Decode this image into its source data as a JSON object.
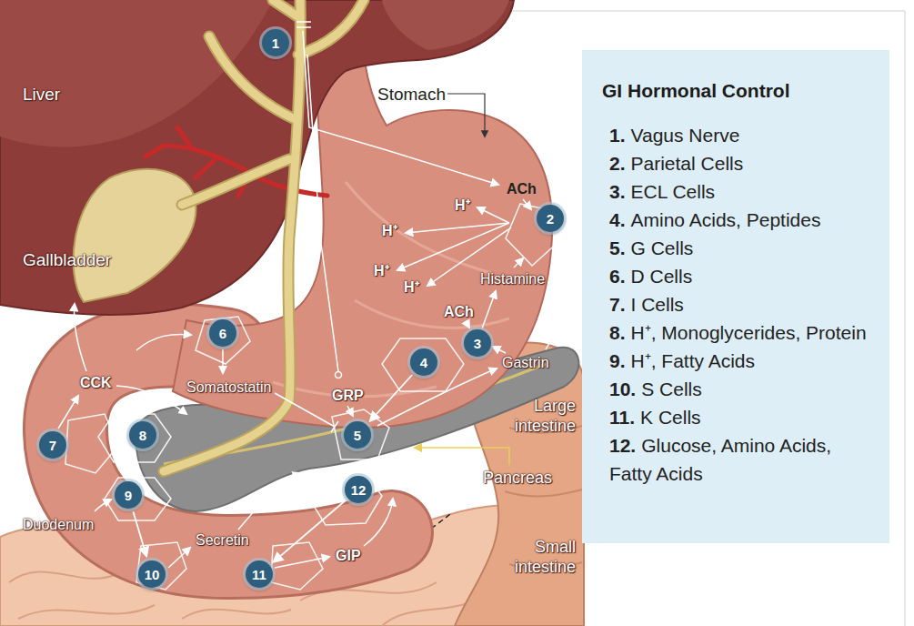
{
  "diagram": {
    "nodes": [
      {
        "text": [
          "1"
        ]
      },
      {
        "text": [
          "2"
        ]
      },
      {
        "text": [
          "3"
        ]
      },
      {
        "text": [
          "4"
        ]
      },
      {
        "text": [
          "5"
        ]
      },
      {
        "text": [
          "6"
        ]
      },
      {
        "text": [
          "7"
        ]
      },
      {
        "text": [
          "8"
        ]
      },
      {
        "text": [
          "9"
        ]
      },
      {
        "text": [
          "10"
        ]
      },
      {
        "text": [
          "11"
        ]
      },
      {
        "text": [
          "12"
        ]
      },
      {
        "text": [
          "GI Hormonal Control",
          "1.",
          "Vagus Nerve",
          "2.",
          "Parietal Cells",
          "3.",
          "ECL Cells",
          "4.",
          "Amino Acids, Peptides",
          "5.",
          "G Cells",
          "6.",
          "D Cells",
          "7.",
          "I Cells",
          "8.",
          "H⁺, Monoglycerides, Protein",
          "9.",
          "H⁺, Fatty Acids",
          "10.",
          "S Cells",
          "11.",
          "K Cells",
          "12.",
          "Glucose, Amino Acids, Fatty Acids"
        ]
      }
    ],
    "edges": [
      {
        "from": 3,
        "to": 4,
        "arrow": "to"
      },
      {
        "from": 8,
        "to": 9,
        "arrow": "to"
      },
      {
        "from": 11,
        "to": 10,
        "arrow": "to"
      }
    ],
    "labels": [
      "Liver",
      "Stomach",
      "Gallbladder",
      "ACh",
      "H⁺",
      "H⁺",
      "H⁺",
      "H⁺",
      "Histamine",
      "ACh",
      "Gastrin",
      "GRP",
      "Somatostatin",
      "CCK",
      "Large intestine",
      "Pancreas",
      "Duodenum",
      "Secretin",
      "GIP",
      "Small intestine"
    ]
  }
}
